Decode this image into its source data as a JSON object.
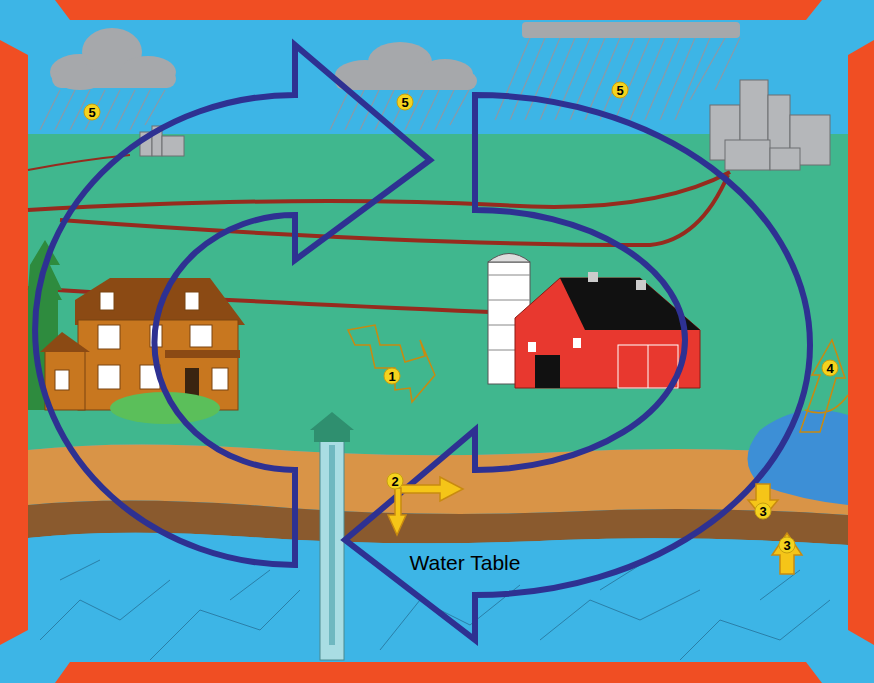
{
  "diagram": {
    "labels": [
      "5",
      "5",
      "5",
      "1",
      "4",
      "2",
      "Water Table",
      "3",
      "3"
    ]
  }
}
